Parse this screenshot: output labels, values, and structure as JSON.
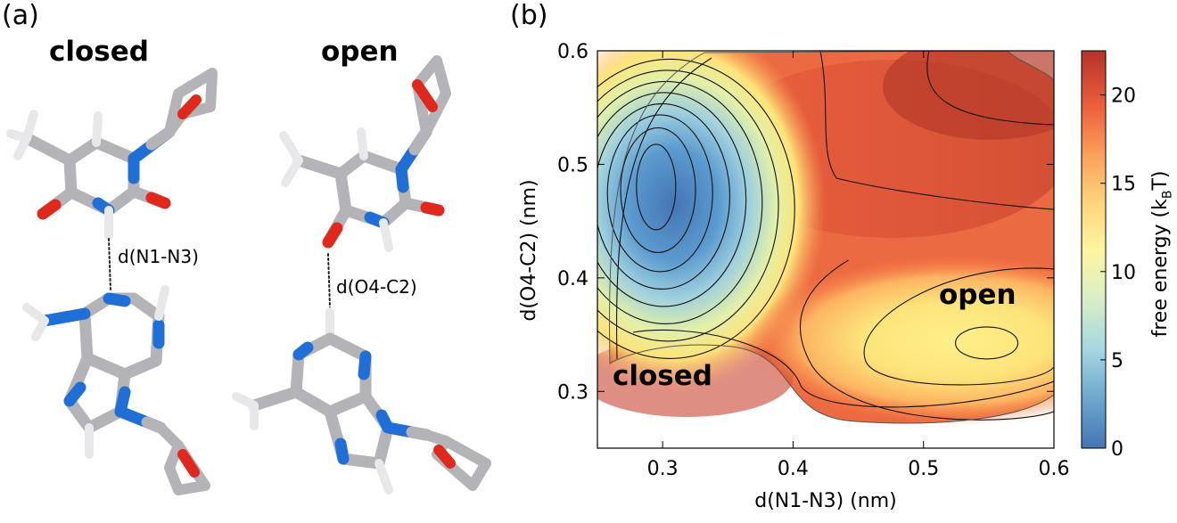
{
  "panel_a": {
    "label": "(a)",
    "closed_title": "closed",
    "open_title": "open",
    "closed_distance_label": "d(N1-N3)",
    "open_distance_label": "d(O4-C2)",
    "atom_colors": {
      "carbon": "#b9b9bd",
      "nitrogen": "#1f6fd6",
      "oxygen": "#e0281c",
      "hydrogen": "#f0f0f0"
    }
  },
  "panel_b": {
    "label": "(b)",
    "closed_annotation": "closed",
    "open_annotation": "open",
    "colorbar_label": "free energy (k",
    "colorbar_label_sub": "B",
    "colorbar_label_end": "T)"
  },
  "chart_data": {
    "type": "heatmap",
    "title": "",
    "xlabel": "d(N1-N3) (nm)",
    "ylabel": "d(O4-C2) (nm)",
    "xlim": [
      0.25,
      0.6
    ],
    "ylim": [
      0.25,
      0.6
    ],
    "xticks": [
      "0.3",
      "0.4",
      "0.5",
      "0.6"
    ],
    "xtick_values": [
      0.3,
      0.4,
      0.5,
      0.6
    ],
    "yticks": [
      "0.3",
      "0.4",
      "0.5",
      "0.6"
    ],
    "ytick_values": [
      0.3,
      0.4,
      0.5,
      0.6
    ],
    "colorbar": {
      "min": 0,
      "max": 22.5,
      "ticks": [
        "0",
        "5",
        "10",
        "15",
        "20"
      ],
      "tick_values": [
        0,
        5,
        10,
        15,
        20
      ],
      "colors": [
        "#4575b4",
        "#74add1",
        "#abd9e9",
        "#e0f3f8",
        "#ffffbf",
        "#fee090",
        "#fdae61",
        "#f46d43",
        "#d73027",
        "#a50026"
      ]
    },
    "minima": [
      {
        "name": "closed",
        "x": 0.295,
        "y": 0.48,
        "free_energy": 0
      },
      {
        "name": "open",
        "x": 0.545,
        "y": 0.345,
        "free_energy": 12
      }
    ],
    "contour_levels": [
      2,
      4,
      6,
      8,
      10,
      12,
      14,
      16,
      18,
      20
    ],
    "annotations": [
      "closed",
      "open"
    ]
  }
}
